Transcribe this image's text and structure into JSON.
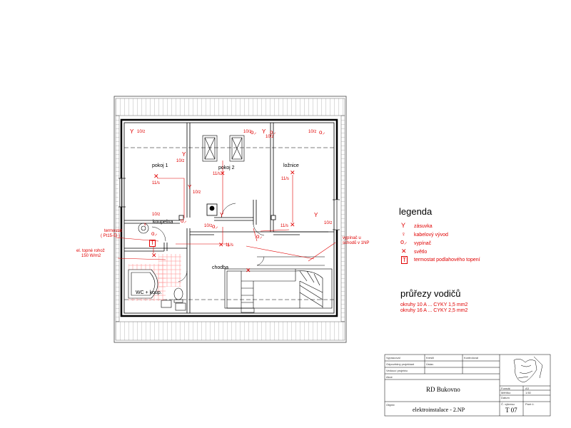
{
  "rooms": {
    "pokoj1": "pokoj 1",
    "pokoj2": "pokoj 2",
    "loznice": "ložnice",
    "koupelna": "koupelna",
    "chodba": "chodba",
    "wc": "WC + koup."
  },
  "circuit_labels": {
    "c1": "10/z",
    "c2": "10/z",
    "c3": "10/z",
    "c4": "10/z",
    "c5": "10/z",
    "c6": "10/z",
    "c7": "10/z",
    "c8": "10/z",
    "c9": "10/z",
    "s1": "11/s",
    "s2": "11/s",
    "s3": "11/s",
    "s4": "11/s",
    "s5": "11/s"
  },
  "annotations": {
    "thermostat_line1": "termostat",
    "thermostat_line2": "( Pt15-El )",
    "heater_line1": "el. topné rohož",
    "heater_line2": "150 W/m2",
    "switch_line1": "vypínač u",
    "switch_line2": "schodů v 1NP"
  },
  "legend": {
    "title": "legenda",
    "items": [
      {
        "symbol": "Y",
        "label": "zásuvka"
      },
      {
        "symbol": "♀",
        "label": "kabelový vývod"
      },
      {
        "symbol": "o⸝",
        "label": "vypínač"
      },
      {
        "symbol": "✕",
        "label": "světlo"
      },
      {
        "symbol": "T",
        "label": "termostat podlahového topení"
      }
    ]
  },
  "cross_sections": {
    "title": "průřezy vodičů",
    "line1": "okruhy 10 A ... CYKY 1,5 mm2",
    "line2": "okruhy 16 A ... CYKY 2,5 mm2"
  },
  "title_block": {
    "r1a": "Vypracoval",
    "r1b": "Kreslil",
    "r1c": "Kontroloval",
    "r2a": "Odpovědný projektant",
    "r2b": "Ústav",
    "r3a": "Vedoucí projektu",
    "r4a": "Akce",
    "project": "RD Bukovno",
    "r5a": "Objekt",
    "drawing": "elektroinstalace - 2.NP",
    "f1": "Formát",
    "f1v": "A3",
    "f2": "Měřítko",
    "f2v": "1:50",
    "f3": "Datum",
    "f4": "Č. výkresu",
    "f4v": "T 07",
    "f5": "Paré č."
  },
  "colors": {
    "red": "#e00000",
    "line": "#000000",
    "grid": "#777777"
  }
}
